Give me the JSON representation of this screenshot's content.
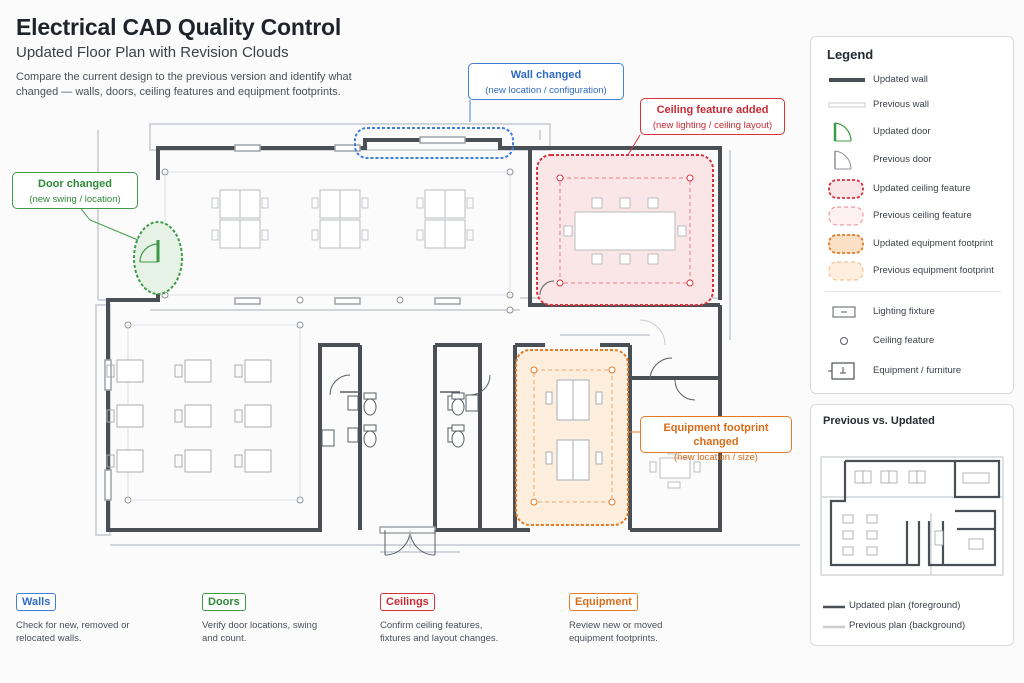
{
  "header": {
    "title": "Electrical CAD Quality Control",
    "subtitle": "Updated Floor Plan with Revision Clouds",
    "description": "Compare the current design to the previous version and identify what changed — walls, doors, ceiling features and equipment footprints."
  },
  "callouts": {
    "wall": {
      "title": "Wall changed",
      "sub": "(new location / configuration)"
    },
    "ceiling": {
      "title": "Ceiling feature added",
      "sub": "(new lighting / ceiling layout)"
    },
    "door": {
      "title": "Door changed",
      "sub": "(new swing / location)"
    },
    "equipment": {
      "title": "Equipment footprint changed",
      "sub": "(new location / size)"
    }
  },
  "legend": {
    "title": "Legend",
    "items": [
      {
        "label": "Updated wall",
        "icon": "updated-wall-icon"
      },
      {
        "label": "Previous wall",
        "icon": "previous-wall-icon"
      },
      {
        "label": "Updated door",
        "icon": "updated-door-icon"
      },
      {
        "label": "Previous door",
        "icon": "previous-door-icon"
      },
      {
        "label": "Updated ceiling feature",
        "icon": "updated-ceiling-cloud-icon"
      },
      {
        "label": "Previous ceiling feature",
        "icon": "previous-ceiling-cloud-icon"
      },
      {
        "label": "Updated equipment footprint",
        "icon": "updated-equipment-cloud-icon"
      },
      {
        "label": "Previous equipment footprint",
        "icon": "previous-equipment-cloud-icon"
      },
      {
        "label": "Lighting fixture",
        "icon": "lighting-fixture-icon"
      },
      {
        "label": "Ceiling feature",
        "icon": "ceiling-feature-icon"
      },
      {
        "label": "Equipment / furniture",
        "icon": "equipment-furniture-icon"
      }
    ]
  },
  "comparison": {
    "title": "Previous vs. Updated",
    "updated_label": "Updated plan (foreground)",
    "previous_label": "Previous plan (background)"
  },
  "categories": [
    {
      "label": "Walls",
      "text": "Check for new, removed or relocated walls."
    },
    {
      "label": "Doors",
      "text": "Verify door locations, swing and count."
    },
    {
      "label": "Ceilings",
      "text": "Confirm ceiling features, fixtures and layout changes."
    },
    {
      "label": "Equipment",
      "text": "Review new or moved equipment footprints."
    }
  ],
  "colors": {
    "wall_blue": "#3f7fd8",
    "ceiling_red": "#d8323c",
    "door_green": "#3f9a47",
    "equipment_orange": "#e57a26",
    "updated_wall": "#4a4f56",
    "previous_wall": "#c9ccd0"
  }
}
